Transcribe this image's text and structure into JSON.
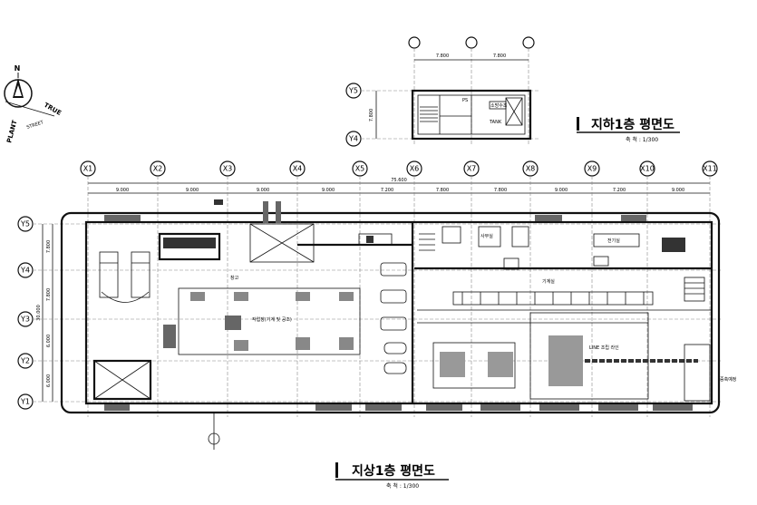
{
  "north_arrow": {
    "north_letter": "N",
    "plant_label": "PLANT",
    "true_label": "TRUE",
    "street_label": "STREET"
  },
  "basement": {
    "title": "지하1층 평면도",
    "scale": "축 척 : 1/300",
    "grid_rows": [
      "Y5",
      "Y4"
    ],
    "dims": [
      "7.800",
      "7.800"
    ],
    "side_dim": "7.800",
    "room_labels": [
      "PS",
      "소방수조",
      "TANK"
    ]
  },
  "ground": {
    "title": "지상1층 평면도",
    "scale": "축 척 : 1/300",
    "grid_cols": [
      "X1",
      "X2",
      "X3",
      "X4",
      "X5",
      "X6",
      "X7",
      "X8",
      "X9",
      "X10",
      "X11"
    ],
    "grid_rows": [
      "Y5",
      "Y4",
      "Y3",
      "Y2",
      "Y1"
    ],
    "overall_dim": "75.600",
    "bay_dims": [
      "9.000",
      "9.000",
      "9.000",
      "9.000",
      "7.200",
      "7.800",
      "7.800",
      "9.000",
      "7.200",
      "9.000"
    ],
    "row_dims": [
      "7.800",
      "7.800",
      "6.000",
      "6.000"
    ],
    "side_total": "30.000",
    "room_labels": {
      "hall": "작업장(기계 및 공조)",
      "office": "사무실",
      "elec": "전기실",
      "mech": "기계실",
      "storage": "창고",
      "line": "LINE 조립 라인",
      "note": "증축예정"
    }
  }
}
